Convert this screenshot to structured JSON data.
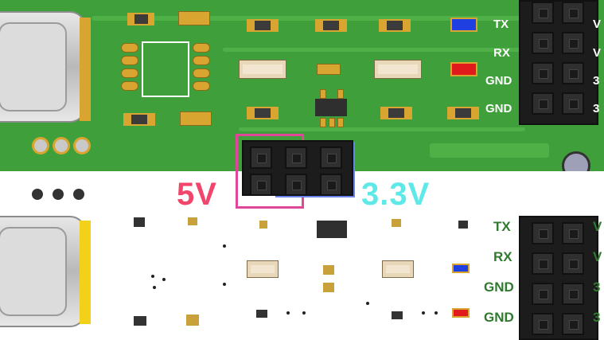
{
  "board_top": {
    "pin_labels": [
      "TX",
      "RX",
      "GND",
      "GND"
    ],
    "pin_suffixes": [
      "V",
      "V",
      "3",
      "3"
    ]
  },
  "board_bottom": {
    "pin_labels": [
      "TX",
      "RX",
      "GND",
      "GND"
    ],
    "pin_suffixes": [
      "V",
      "V",
      "3",
      "3"
    ]
  },
  "jumper": {
    "label_5v": "5V",
    "label_3v3": "3.3V"
  },
  "colors": {
    "pcb_green": "#3f9f3a",
    "label_5v": "#f2456b",
    "label_3v3": "#5fe8e8",
    "highlight_pink": "#e0479b",
    "highlight_blue": "#6a83e8"
  }
}
